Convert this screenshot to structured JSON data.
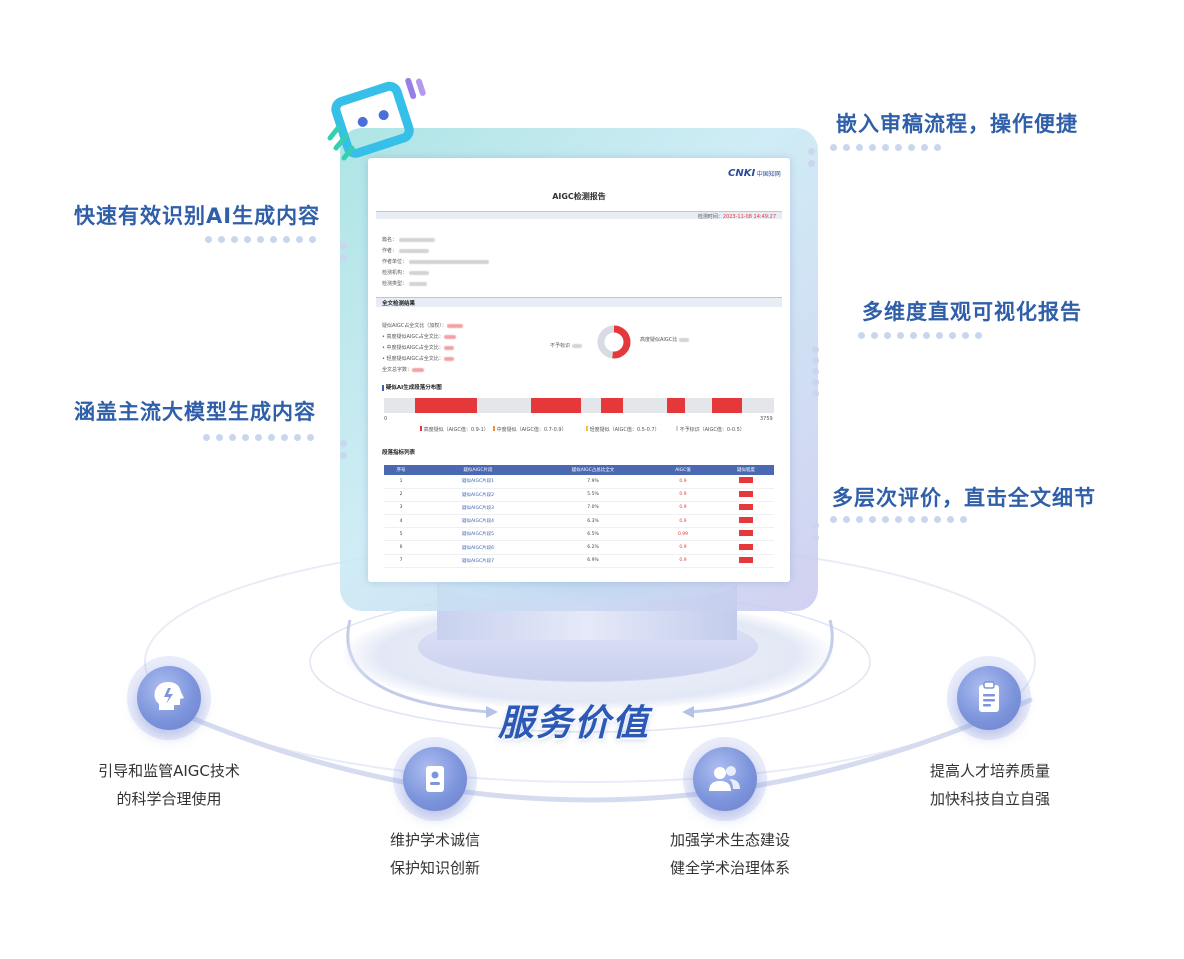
{
  "callouts": {
    "top_right": "嵌入审稿流程，操作便捷",
    "left_1": "快速有效识别AI生成内容",
    "right_2": "多维度直观可视化报告",
    "left_2": "涵盖主流大模型生成内容",
    "right_3": "多层次评价，直击全文细节"
  },
  "center_title": "服务价值",
  "report": {
    "logo_text": "CNKI",
    "logo_sub": "中国知网",
    "title": "AIGC检测报告",
    "time_label": "检测时间：",
    "time_value": "2023-11-08 14:49:27",
    "fields": [
      "篇名：",
      "作者：",
      "作者单位：",
      "检测机构：",
      "检测类型："
    ],
    "section_full": "全文检测结果",
    "stats": [
      "疑似AIGC占全文比（加权）：",
      "• 高度疑似AIGC占全文比：",
      "• 中度疑似AIGC占全文比：",
      "• 轻度疑似AIGC占全文比：",
      "全文总字数："
    ],
    "donut_left": "不予标识",
    "donut_right": "高度疑似AIGC比",
    "dist_title": "疑似AI生成段落分布图",
    "dist_start": "0",
    "dist_end": "3759",
    "legend": [
      "高度疑似（AIGC值：0.9-1）",
      "中度疑似（AIGC值：0.7-0.9）",
      "轻度疑似（AIGC值：0.5-0.7）",
      "不予标识（AIGC值：0-0.5）"
    ],
    "legend_colors": [
      "#e5383b",
      "#f08a3c",
      "#f3c33c",
      "#cfd3d8"
    ],
    "list_title": "段落指标列表",
    "table_headers": [
      "序号",
      "疑似AIGC片段",
      "疑似AIGC占总比全文",
      "AIGC值",
      "疑似程度"
    ],
    "rows": [
      {
        "no": "1",
        "name": "疑似AIGC片段1",
        "ratio": "7.9%",
        "val": "0.9"
      },
      {
        "no": "2",
        "name": "疑似AIGC片段2",
        "ratio": "5.5%",
        "val": "0.9"
      },
      {
        "no": "3",
        "name": "疑似AIGC片段3",
        "ratio": "7.0%",
        "val": "0.9"
      },
      {
        "no": "4",
        "name": "疑似AIGC片段4",
        "ratio": "6.3%",
        "val": "0.9"
      },
      {
        "no": "5",
        "name": "疑似AIGC片段5",
        "ratio": "6.5%",
        "val": "0.99"
      },
      {
        "no": "6",
        "name": "疑似AIGC片段6",
        "ratio": "6.2%",
        "val": "0.9"
      },
      {
        "no": "7",
        "name": "疑似AIGC片段7",
        "ratio": "6.9%",
        "val": "0.9"
      }
    ]
  },
  "values": [
    {
      "icon": "lightbulb-head-icon",
      "line1": "引导和监管AIGC技术",
      "line2": "的科学合理使用"
    },
    {
      "icon": "id-badge-icon",
      "line1": "维护学术诚信",
      "line2": "保护知识创新"
    },
    {
      "icon": "users-icon",
      "line1": "加强学术生态建设",
      "line2": "健全学术治理体系"
    },
    {
      "icon": "clipboard-icon",
      "line1": "提高人才培养质量",
      "line2": "加快科技自立自强"
    }
  ],
  "colors": {
    "accent": "#2f5fa8",
    "red": "#e5383b",
    "node": "#7d95dc"
  }
}
